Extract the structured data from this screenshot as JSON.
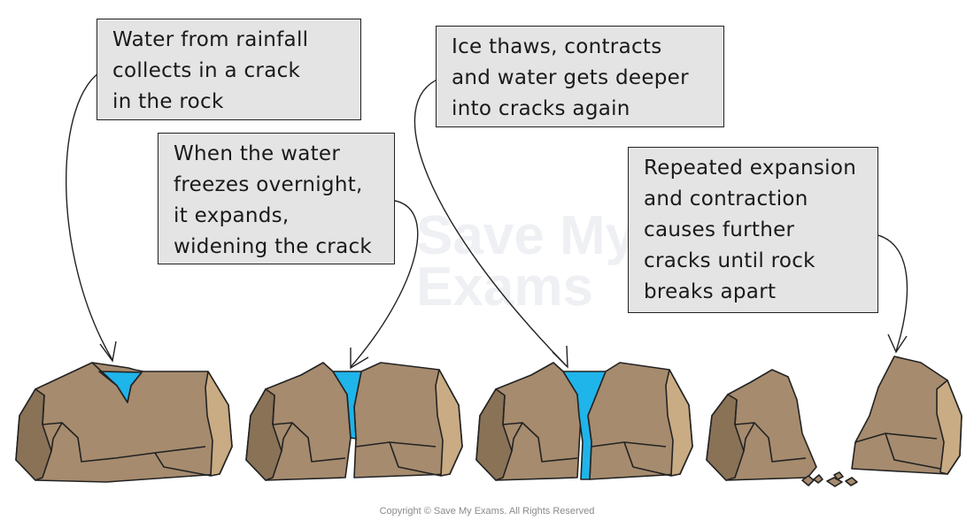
{
  "labels": {
    "step_1": [
      "Water from rainfall",
      "collects in a crack",
      "in the rock"
    ],
    "step_2": [
      "When the water",
      "freezes overnight,",
      "it expands,",
      "widening the crack"
    ],
    "step_3": [
      "Ice thaws, contracts",
      "and water gets deeper",
      "into cracks again"
    ],
    "step_4": [
      "Repeated expansion",
      "and contraction",
      "causes further",
      "cracks until rock",
      "breaks apart"
    ]
  },
  "watermark": [
    "Save My",
    "Exams"
  ],
  "copyright": "Copyright © Save My Exams. All Rights Reserved",
  "colors": {
    "rock_main": "#a68b6e",
    "rock_dark": "#8a7257",
    "rock_light": "#c9ab84",
    "water": "#1fb4ea",
    "label_fill": "#e4e4e4",
    "outline": "#222222"
  }
}
